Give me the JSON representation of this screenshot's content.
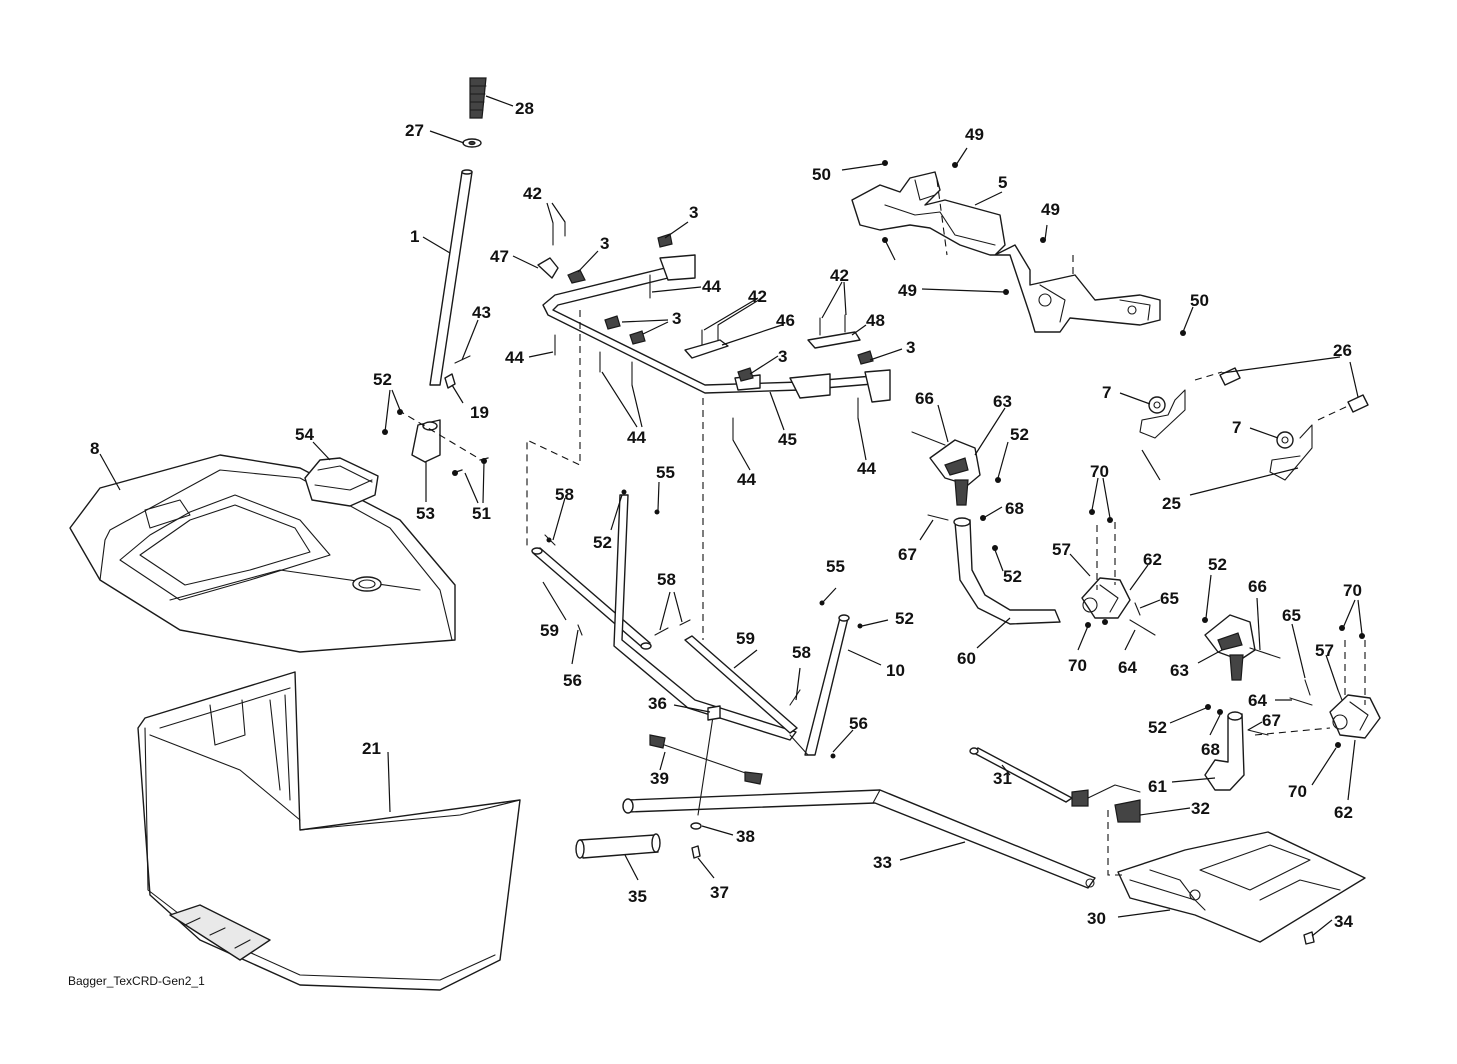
{
  "caption": "Bagger_TexCRD-Gen2_1",
  "callouts": {
    "c1": "1",
    "c3": "3",
    "c5": "5",
    "c7": "7",
    "c8": "8",
    "c10": "10",
    "c19": "19",
    "c21": "21",
    "c25": "25",
    "c26": "26",
    "c27": "27",
    "c28": "28",
    "c30": "30",
    "c31": "31",
    "c32": "32",
    "c33": "33",
    "c34": "34",
    "c35": "35",
    "c36": "36",
    "c37": "37",
    "c38": "38",
    "c39": "39",
    "c42": "42",
    "c43": "43",
    "c44": "44",
    "c45": "45",
    "c46": "46",
    "c47": "47",
    "c48": "48",
    "c49": "49",
    "c50": "50",
    "c51": "51",
    "c52": "52",
    "c53": "53",
    "c54": "54",
    "c55": "55",
    "c56": "56",
    "c57": "57",
    "c58": "58",
    "c59": "59",
    "c60": "60",
    "c61": "61",
    "c62": "62",
    "c63": "63",
    "c64": "64",
    "c65": "65",
    "c66": "66",
    "c67": "67",
    "c68": "68",
    "c70": "70"
  }
}
